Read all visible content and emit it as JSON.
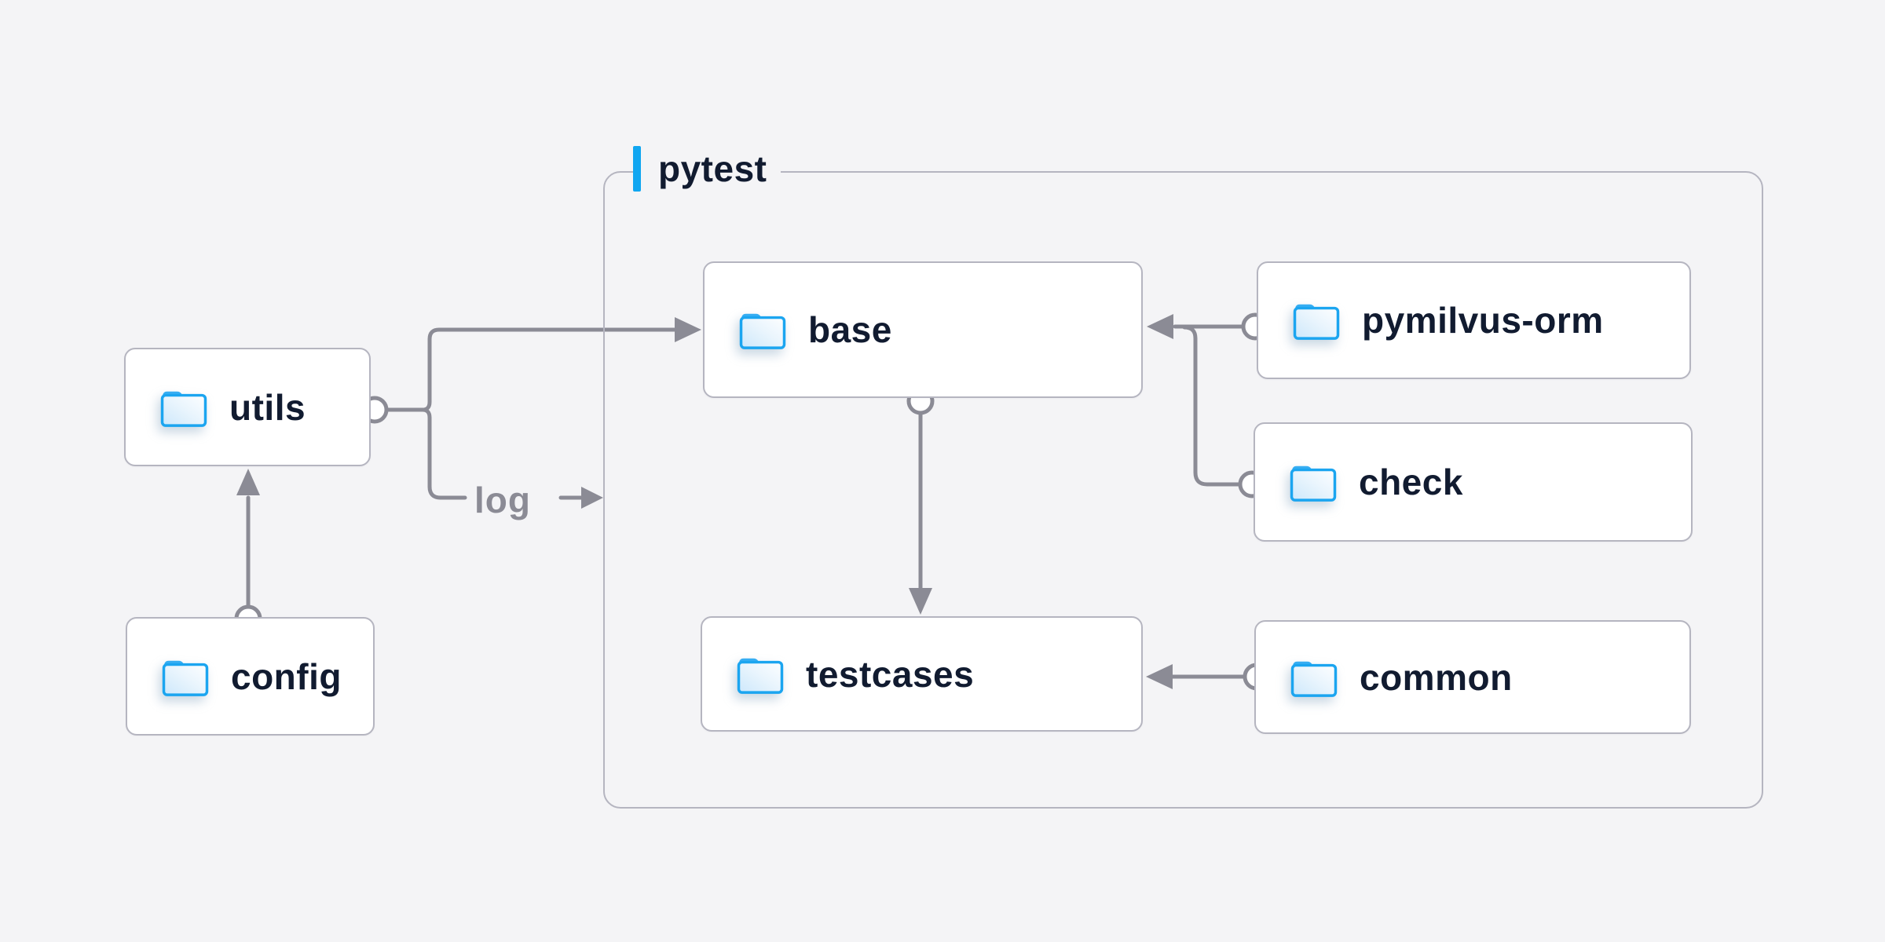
{
  "diagram": {
    "container": {
      "label": "pytest"
    },
    "nodes": [
      {
        "id": "utils",
        "label": "utils",
        "icon": "folder-icon",
        "location": "outside"
      },
      {
        "id": "config",
        "label": "config",
        "icon": "folder-icon",
        "location": "outside"
      },
      {
        "id": "base",
        "label": "base",
        "icon": "folder-icon",
        "location": "inside-pytest"
      },
      {
        "id": "pymilvus-orm",
        "label": "pymilvus-orm",
        "icon": "folder-icon",
        "location": "inside-pytest"
      },
      {
        "id": "check",
        "label": "check",
        "icon": "folder-icon",
        "location": "inside-pytest"
      },
      {
        "id": "testcases",
        "label": "testcases",
        "icon": "folder-icon",
        "location": "inside-pytest"
      },
      {
        "id": "common",
        "label": "common",
        "icon": "folder-icon",
        "location": "inside-pytest"
      }
    ],
    "edges": [
      {
        "from": "config",
        "to": "utils",
        "label": ""
      },
      {
        "from": "utils",
        "to": "base",
        "label": ""
      },
      {
        "from": "utils",
        "to": "pytest",
        "label": "log"
      },
      {
        "from": "pymilvus-orm",
        "to": "base",
        "label": ""
      },
      {
        "from": "check",
        "to": "base",
        "label": ""
      },
      {
        "from": "base",
        "to": "testcases",
        "label": ""
      },
      {
        "from": "common",
        "to": "testcases",
        "label": ""
      }
    ],
    "colors": {
      "background": "#f4f4f6",
      "node_background": "#ffffff",
      "border_gray": "#b5b5c0",
      "edge_gray": "#8b8b95",
      "text_navy": "#111b30",
      "accent_blue": "#10a6f1",
      "folder_blue": "#1ba5f0"
    }
  }
}
